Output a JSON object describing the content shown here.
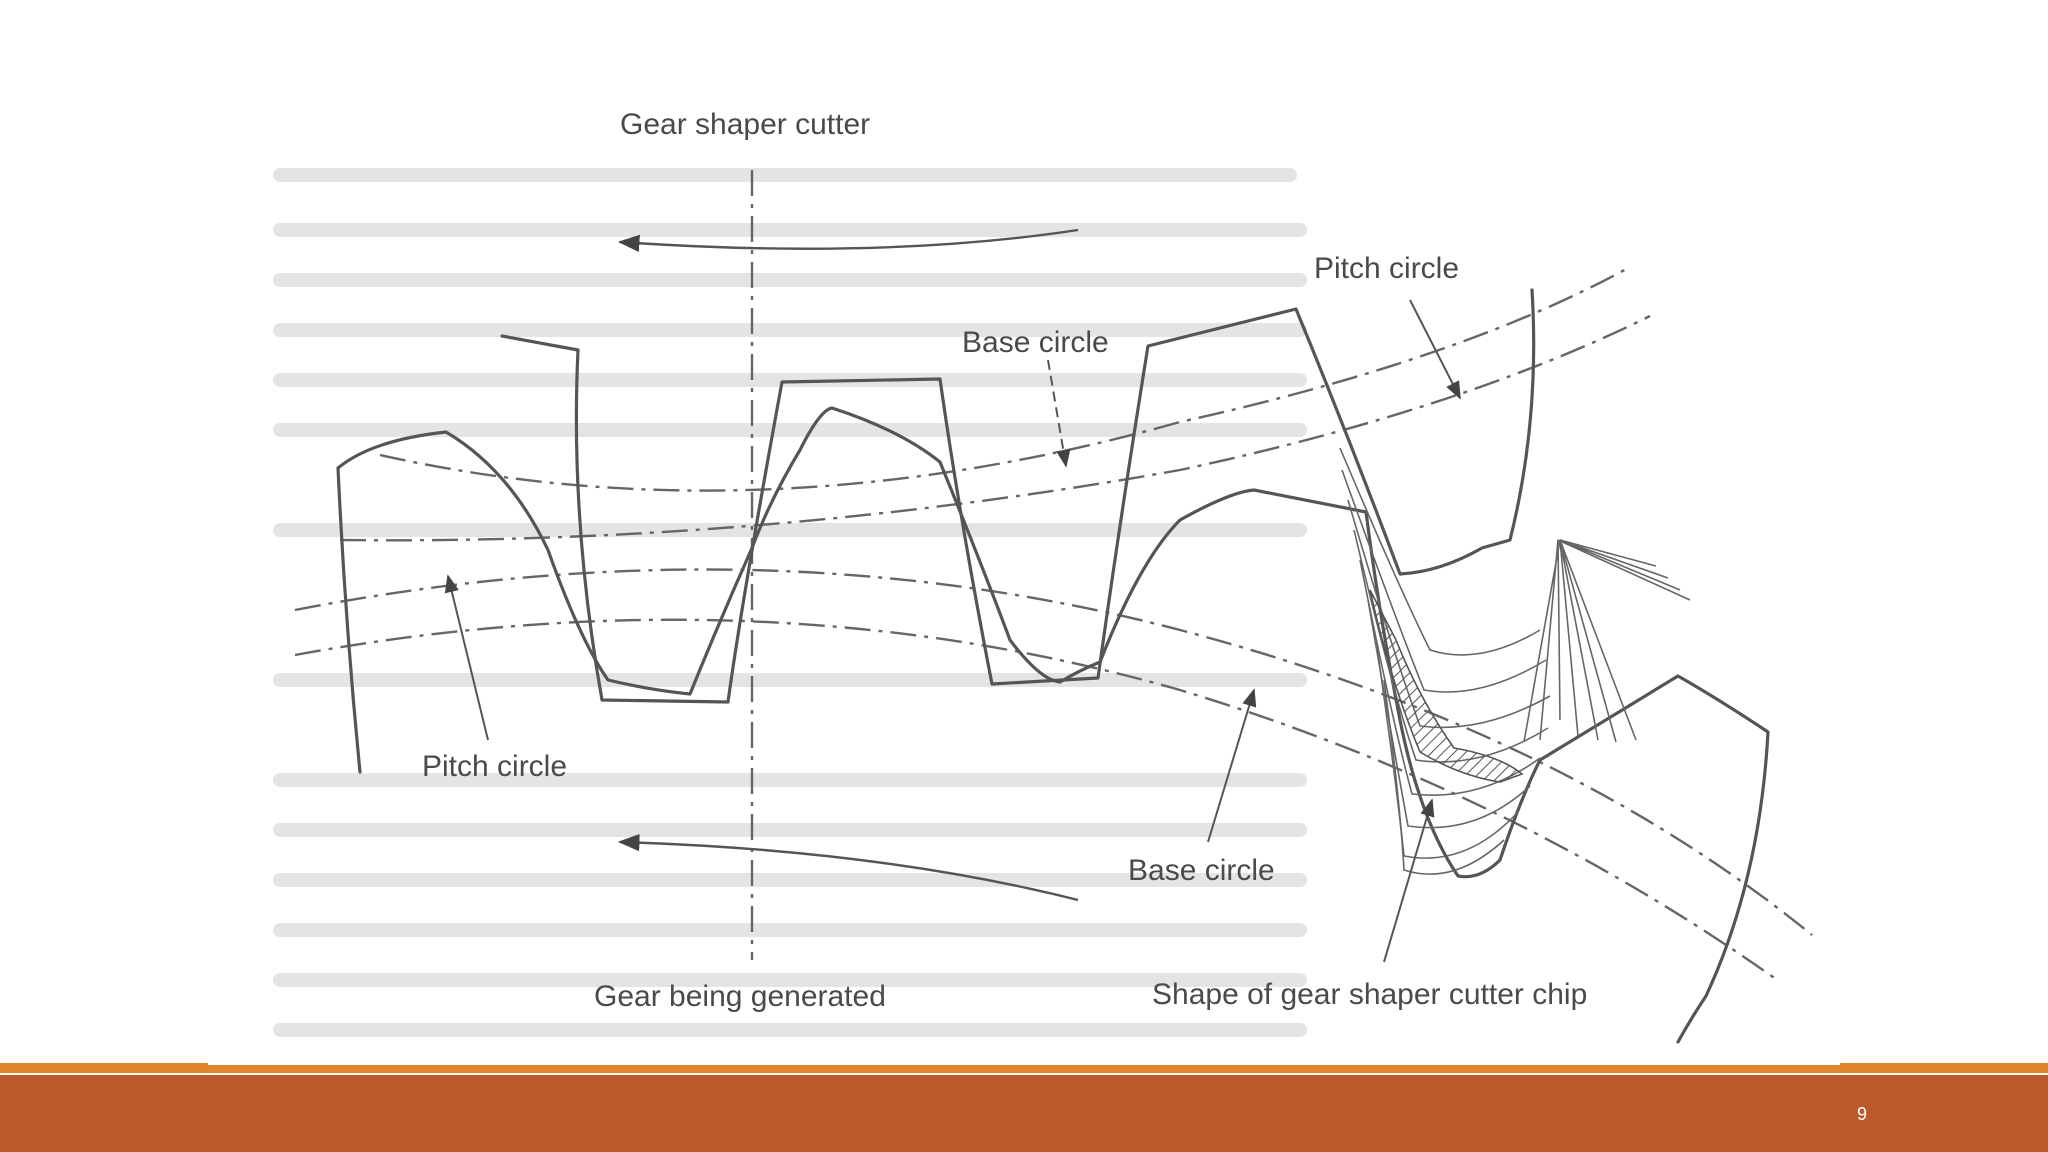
{
  "diagram": {
    "labels": {
      "top_cutter": "Gear shaper cutter",
      "pitch_circle_top": "Pitch circle",
      "base_circle_top": "Base circle",
      "pitch_circle_left": "Pitch circle",
      "base_circle_bottom": "Base circle",
      "gear_generated": "Gear being generated",
      "chip_shape": "Shape of gear shaper cutter chip"
    }
  },
  "footer": {
    "page_number": "9",
    "band_color": "#bb582c",
    "accent_color": "#e0852a"
  }
}
